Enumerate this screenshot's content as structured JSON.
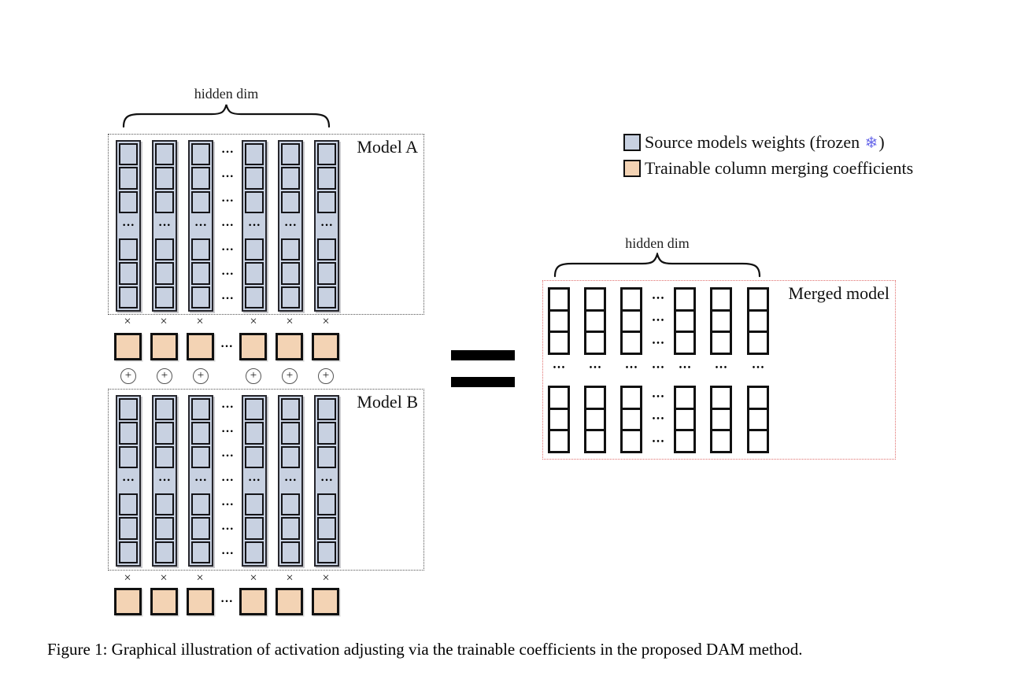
{
  "figure": {
    "caption": "Figure 1: Graphical illustration of activation adjusting via the trainable coefficients in the proposed DAM method.",
    "labels": {
      "hidden_dim": "hidden dim",
      "model_a": "Model A",
      "model_b": "Model B",
      "merged_model": "Merged model"
    },
    "legend": {
      "source_before": "Source models weights (frozen ",
      "source_icon": "❄",
      "source_after": ")",
      "trainable": "Trainable column merging coefficients"
    },
    "symbols": {
      "times": "×",
      "plus": "+",
      "dots": "•••",
      "equals": "="
    }
  },
  "colors": {
    "source_weights": "#c8d1e1",
    "trainable_coeff": "#f3d3b4",
    "merged_cell": "#ffffff",
    "merged_box_border": "#e0706f",
    "snowflake": "#6b6bea"
  }
}
